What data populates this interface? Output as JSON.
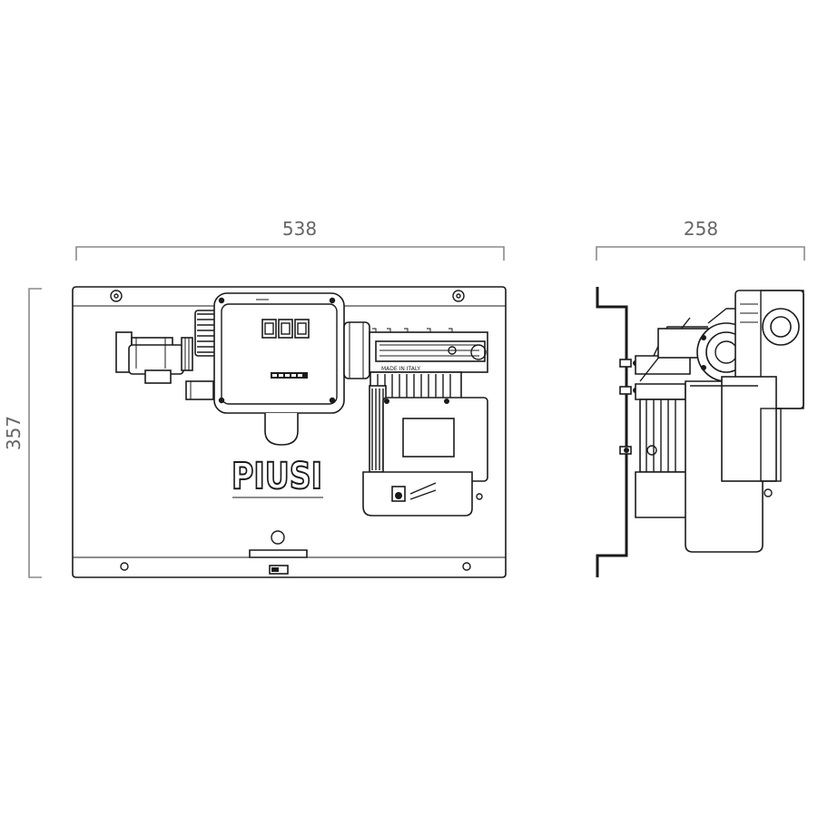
{
  "dimensions": {
    "front_width": "538",
    "front_height": "357",
    "side_depth": "258"
  },
  "labels": {
    "brand": "PIUSI",
    "made_in": "MADE IN ITALY"
  }
}
